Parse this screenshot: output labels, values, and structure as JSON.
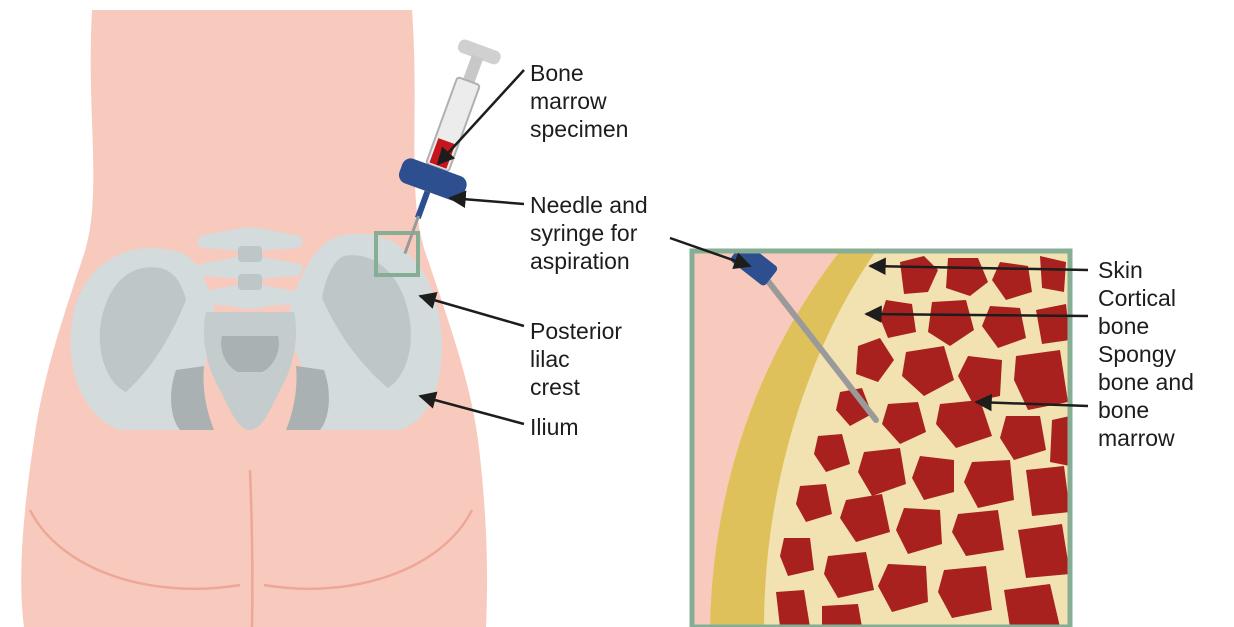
{
  "labels": {
    "bone_marrow_specimen": "Bone\nmarrow\nspecimen",
    "needle_and_syringe": "Needle and\nsyringe for\naspiration",
    "posterior_crest": "Posterior\nlilac\ncrest",
    "ilium": "Ilium",
    "skin": "Skin",
    "cortical_bone": "Cortical\nbone",
    "spongy_bone": "Spongy\nbone and\nbone\nmarrow"
  },
  "colors": {
    "skin": "#f8cabd",
    "skin_line": "#eea796",
    "bone_light": "#d3dbdc",
    "bone_mid": "#bdc7c8",
    "bone_dark": "#a9b1b2",
    "syringe_blue": "#2d4f8f",
    "specimen_red": "#c4161c",
    "focus_box": "#86ae95",
    "cortical": "#dfc15c",
    "spongy_bg": "#f2e2b1",
    "marrow": "#a9211f",
    "needle": "#9a9a9a",
    "arrow": "#1d1d1b"
  }
}
